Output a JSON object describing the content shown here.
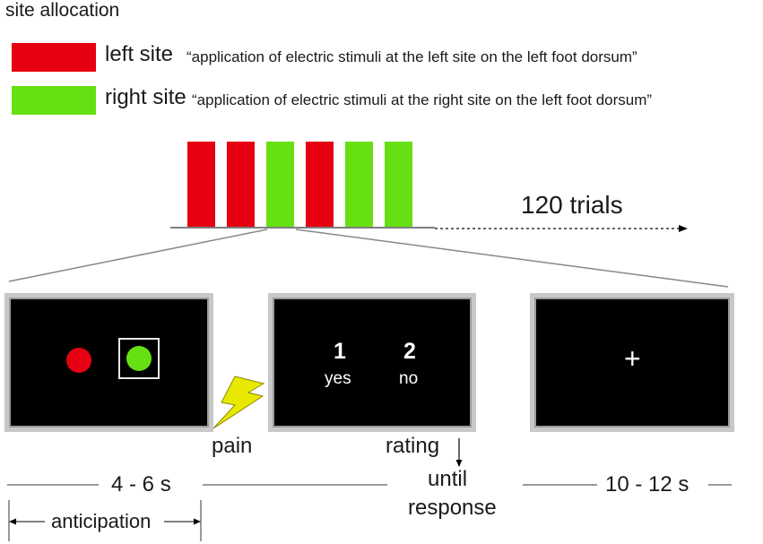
{
  "heading": "site allocation",
  "legend": [
    {
      "color": "#e60012",
      "label": "left site",
      "description": "“application of electric stimuli at the left site on the left foot dorsum”"
    },
    {
      "color": "#66e012",
      "label": "right site",
      "description": "“application of electric stimuli at the right site on the left foot dorsum”"
    }
  ],
  "sequence": [
    "left",
    "left",
    "right",
    "left",
    "right",
    "right"
  ],
  "colors": {
    "left": "#e60012",
    "right": "#66e012",
    "screen": "#000000",
    "bolt": "#e8e800"
  },
  "trials_label": "120 trials",
  "screen1": {
    "cue_colors": [
      "#e60012",
      "#66e012"
    ]
  },
  "screen2": {
    "options": [
      {
        "number": "1",
        "label": "yes"
      },
      {
        "number": "2",
        "label": "no"
      }
    ]
  },
  "screen3": {
    "fixation": "+"
  },
  "event_labels": {
    "pain": "pain",
    "rating": "rating"
  },
  "timeline": {
    "phase1": "4 - 6 s",
    "phase2_line1": "until",
    "phase2_line2": "response",
    "phase3": "10 - 12 s",
    "anticipation": "anticipation"
  }
}
